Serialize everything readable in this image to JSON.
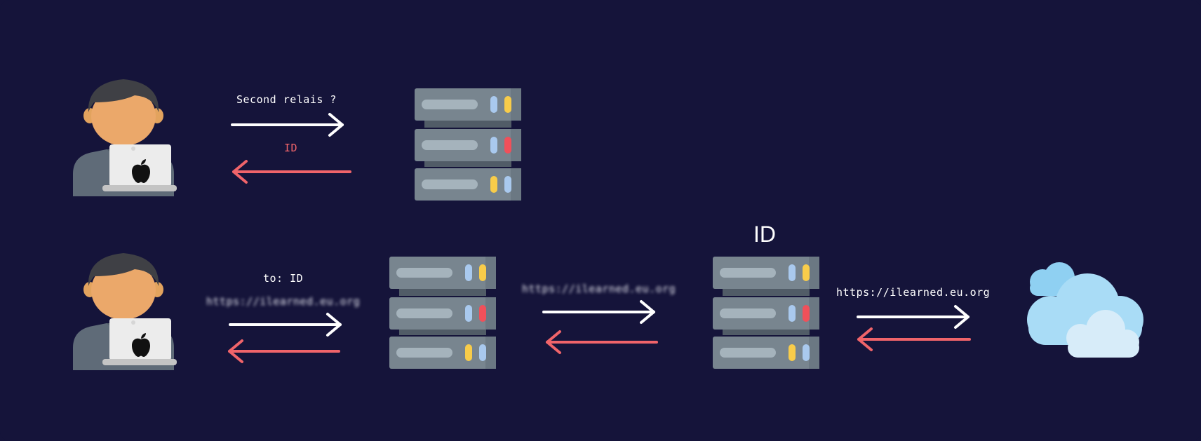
{
  "colors": {
    "background": "#15143a",
    "request_arrow": "#ffffff",
    "response_arrow": "#f0646a",
    "server_body": "#78858f",
    "server_slot": "#a5b3bc",
    "led_yellow": "#f8cc4a",
    "led_blue": "#a9c9ee",
    "led_red": "#f0505a",
    "cloud": "#a9dcf6"
  },
  "icons": {
    "user": "user-with-laptop-icon",
    "apple": "apple-logo-icon",
    "server": "server-rack-icon",
    "cloud": "cloud-icon"
  },
  "row1": {
    "request_label": "Second relais ?",
    "response_label": "ID"
  },
  "row2": {
    "client_request_label": "to: ID",
    "client_request_url": "https://ilearned.eu.org",
    "relay_request_url": "https://ilearned.eu.org",
    "second_relay_title": "ID",
    "origin_request_url": "https://ilearned.eu.org"
  }
}
